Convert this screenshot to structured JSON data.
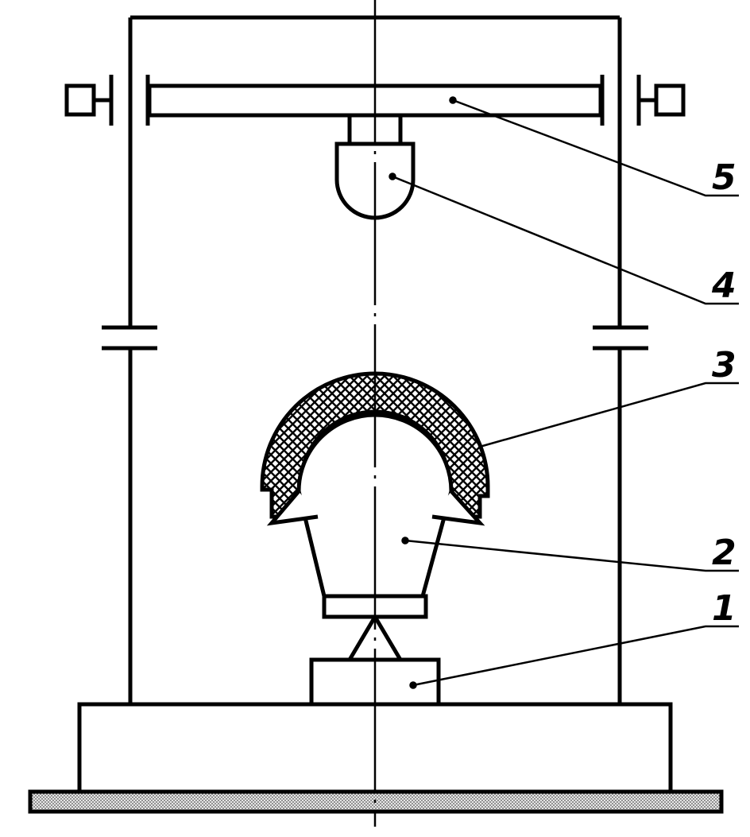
{
  "colors": {
    "ink": "#000000",
    "paper": "#ffffff",
    "crosshatch_fill": "#ffffff",
    "floor_fill": "#d9d9d9"
  },
  "labels": {
    "1": "1",
    "2": "2",
    "3": "3",
    "4": "4",
    "5": "5"
  }
}
